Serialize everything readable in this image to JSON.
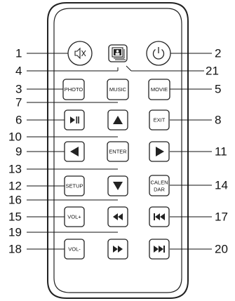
{
  "buttons": {
    "photo": "PHOTO",
    "music": "MUSIC",
    "movie": "MOVIE",
    "exit": "EXIT",
    "enter": "ENTER",
    "setup": "SETUP",
    "calendar_line1": "CALEN",
    "calendar_line2": "DAR",
    "vol_up": "VOL+",
    "vol_down": "VOL-"
  },
  "callouts": {
    "n1": "1",
    "n2": "2",
    "n3": "3",
    "n4": "4",
    "n5": "5",
    "n6": "6",
    "n7": "7",
    "n8": "8",
    "n9": "9",
    "n10": "10",
    "n11": "11",
    "n12": "12",
    "n13": "13",
    "n14": "14",
    "n15": "15",
    "n16": "16",
    "n17": "17",
    "n18": "18",
    "n19": "19",
    "n20": "20",
    "n21": "21"
  },
  "icons": {
    "mute": "mute-icon",
    "power": "power-icon",
    "display": "display-mode-icon",
    "play_pause": "play-pause-icon",
    "up": "up-arrow-icon",
    "left": "left-arrow-icon",
    "right": "right-arrow-icon",
    "down": "down-arrow-icon",
    "rewind": "rewind-icon",
    "prev": "previous-track-icon",
    "ffwd": "fast-forward-icon",
    "next": "next-track-icon"
  }
}
